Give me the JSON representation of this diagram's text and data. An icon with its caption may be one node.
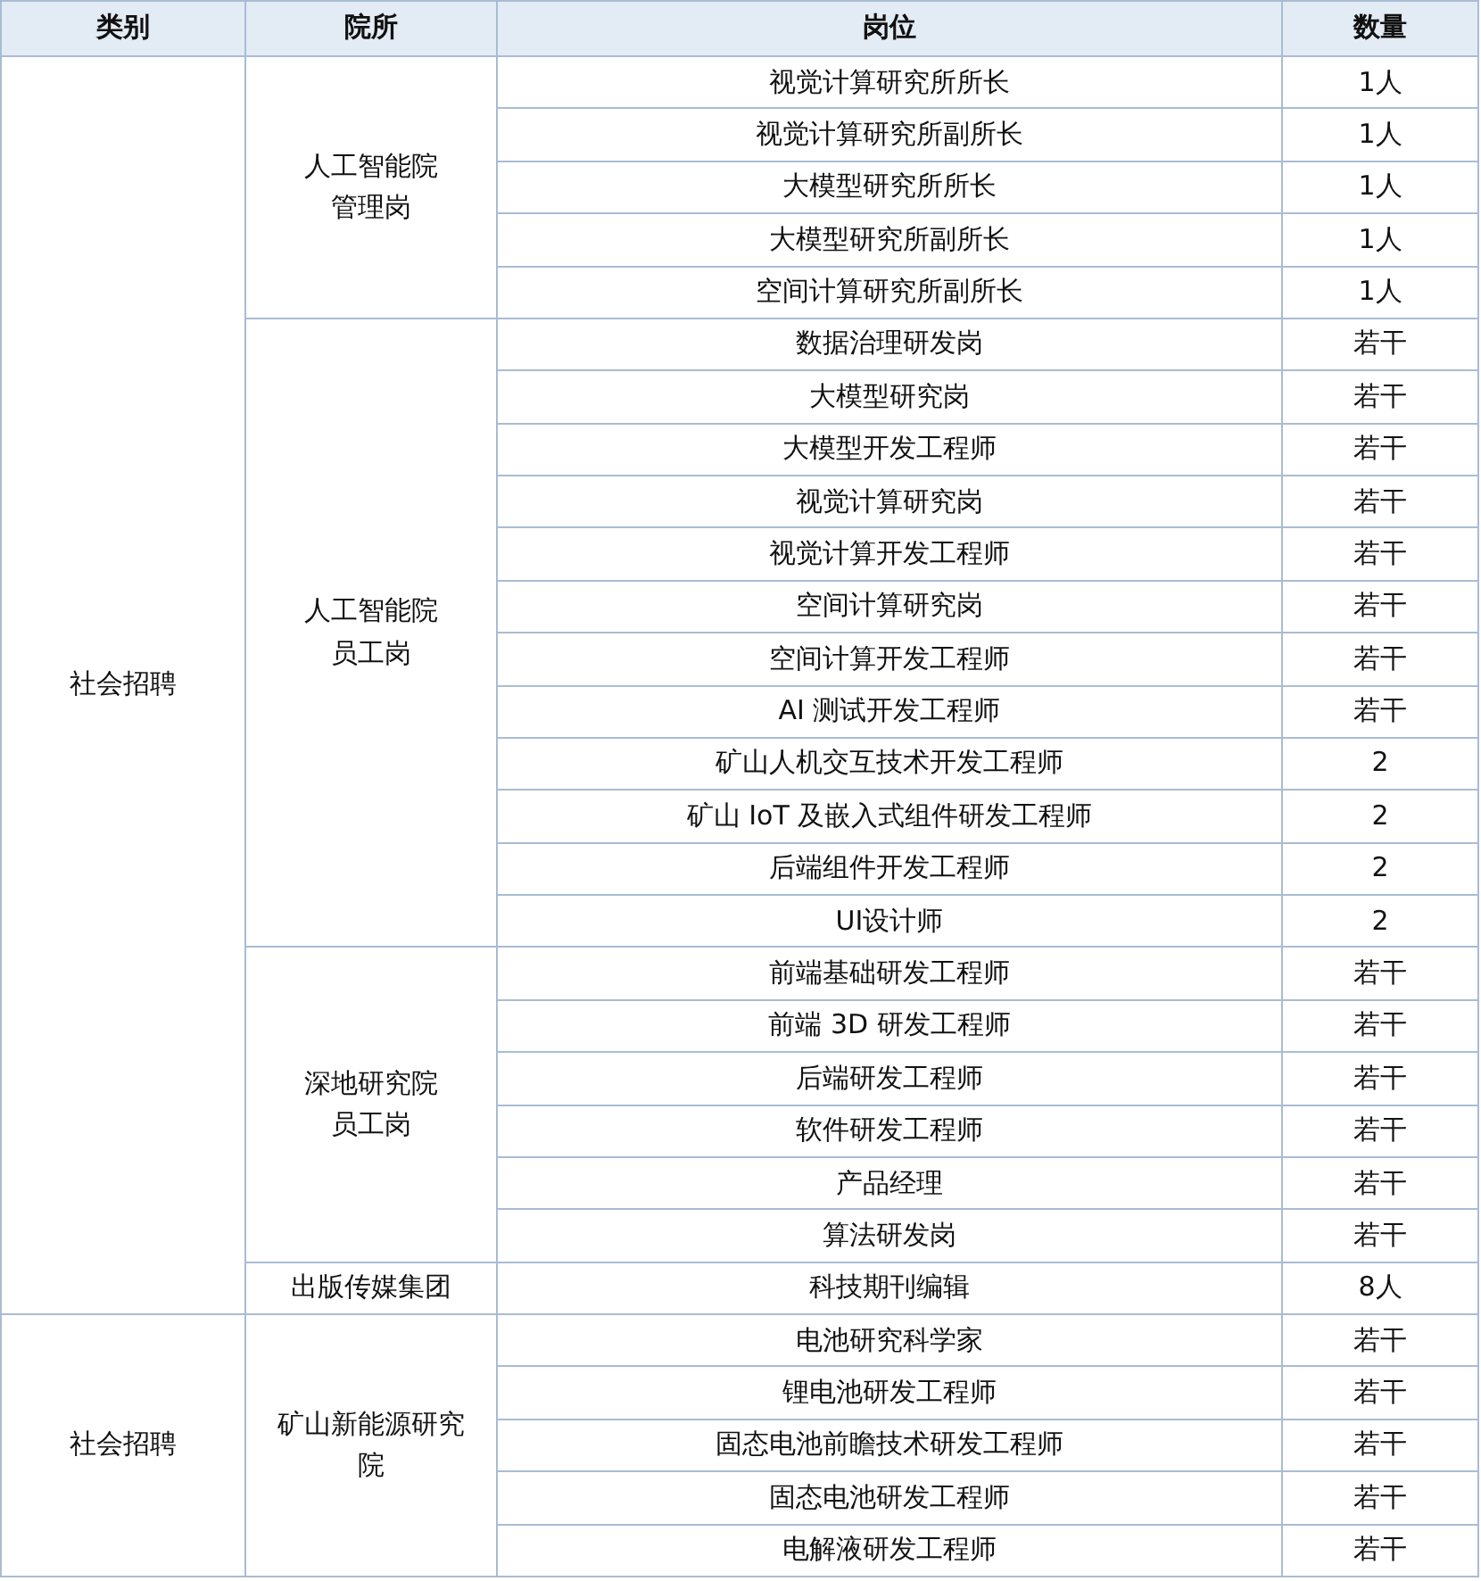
{
  "diagram": {
    "labels": [
      "类别",
      "院所",
      "岗位",
      "数量",
      "社会招聘",
      "人工智能院管理岗",
      "视觉计算研究所所长",
      "1人",
      "视觉计算研究所副所长",
      "1人",
      "大模型研究所所长",
      "1人",
      "大模型研究所副所长",
      "1人",
      "空间计算研究所副所长",
      "1人",
      "人工智能院员工岗",
      "数据治理研发岗",
      "若干",
      "大模型研究岗",
      "若干",
      "大模型开发工程师",
      "若干",
      "视觉计算研究岗",
      "若干",
      "视觉计算开发工程师",
      "若干",
      "空间计算研究岗",
      "若干",
      "空间计算开发工程师",
      "若干",
      "AI 测试开发工程师",
      "若干",
      "矿山人机交互技术开发工程师",
      "2",
      "矿山 IoT 及嵌入式组件研发工程师",
      "2",
      "后端组件开发工程师",
      "2",
      "UI设计师",
      "2",
      "深地研究院员工岗",
      "前端基础研发工程师",
      "若干",
      "前端 3D 研发工程师",
      "若干",
      "后端研发工程师",
      "若干",
      "软件研发工程师",
      "若干",
      "产品经理",
      "若干",
      "算法研发岗",
      "若干",
      "出版传媒集团",
      "科技期刊编辑",
      "8人",
      "社会招聘",
      "矿山新能源研究院",
      "电池研究科学家",
      "若干",
      "锂电池研发工程师",
      "若干",
      "固态电池前瞻技术研发工程师",
      "若干",
      "固态电池研发工程师",
      "若干",
      "电解液研发工程师",
      "若干"
    ]
  }
}
